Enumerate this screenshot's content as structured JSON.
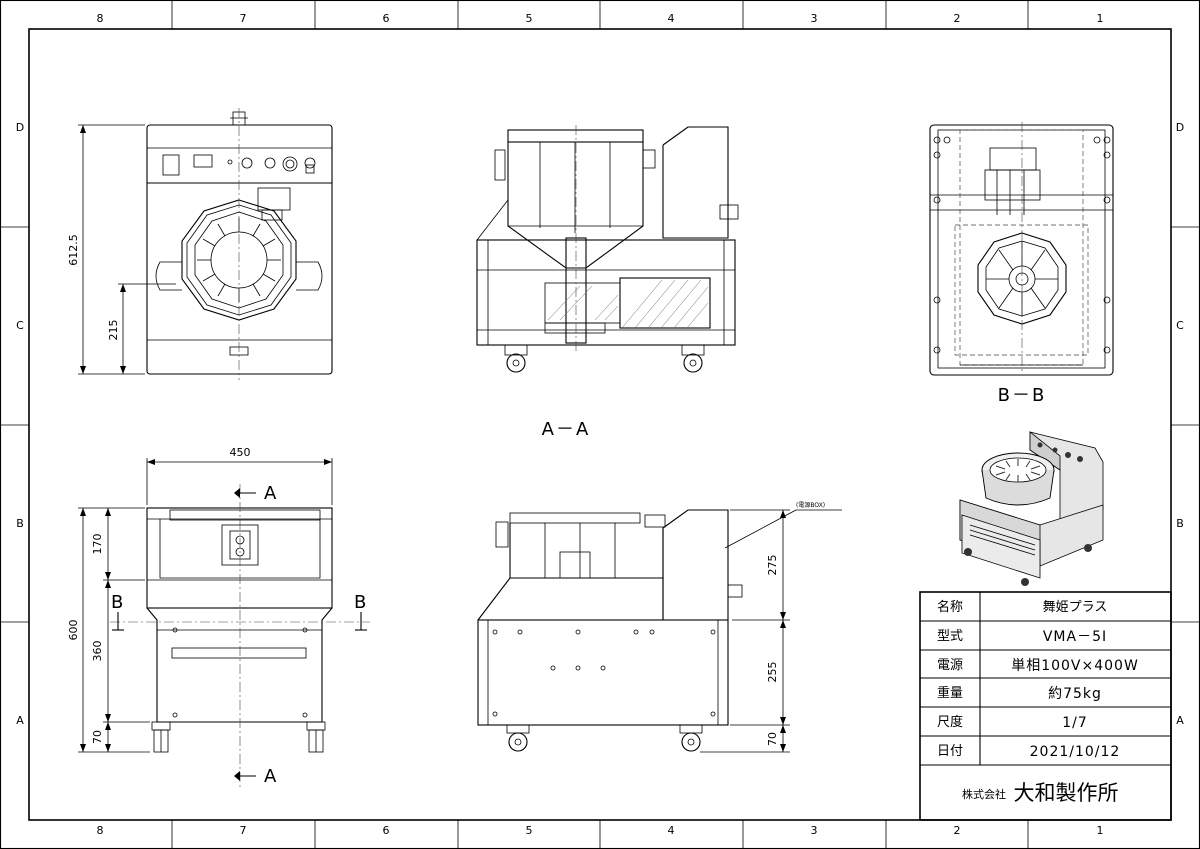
{
  "frame": {
    "top_zones": [
      "8",
      "7",
      "6",
      "5",
      "4",
      "3",
      "2",
      "1"
    ],
    "bottom_zones": [
      "8",
      "7",
      "6",
      "5",
      "4",
      "3",
      "2",
      "1"
    ],
    "left_zones": [
      "D",
      "C",
      "B",
      "A"
    ],
    "right_zones": [
      "D",
      "C",
      "B",
      "A"
    ]
  },
  "views": {
    "front": {
      "height_dim": "612.5",
      "center_dim": "215"
    },
    "section_aa": {
      "label": "A－A"
    },
    "section_bb": {
      "label": "B－B"
    },
    "lower_front": {
      "width_dim": "450",
      "height_dim": "600",
      "dim_170": "170",
      "dim_360": "360",
      "dim_70": "70",
      "cut_a_top": "A",
      "cut_a_bottom": "A",
      "cut_b_left": "B",
      "cut_b_right": "B"
    },
    "side": {
      "dim_275": "275",
      "dim_255": "255",
      "dim_70": "70",
      "callout": "(電源BOX)"
    }
  },
  "title_block": {
    "rows": [
      {
        "label": "名称",
        "value": "舞姫プラス"
      },
      {
        "label": "型式",
        "value": "VMA－5I"
      },
      {
        "label": "電源",
        "value": "単相100V×400W"
      },
      {
        "label": "重量",
        "value": "約75kg"
      },
      {
        "label": "尺度",
        "value": "1/7"
      },
      {
        "label": "日付",
        "value": "2021/10/12"
      }
    ],
    "company_prefix": "株式会社",
    "company_name": "大和製作所"
  }
}
